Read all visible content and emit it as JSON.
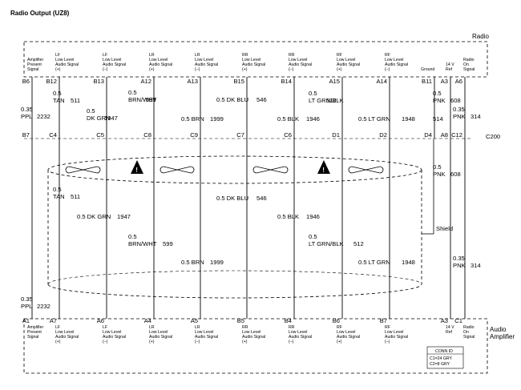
{
  "title": "Radio Output (UZ8)",
  "radio_label": "Radio",
  "amplifier_label": [
    "Audio",
    "Amplifier"
  ],
  "shield_label": "Shield",
  "conn_id": {
    "title": "CONN ID",
    "lines": [
      "C1=24 GRY",
      "C2=8 GRY"
    ]
  },
  "top_connector": "C200",
  "radio_pin_labels": [
    [
      "Amplifier",
      "Present",
      "Signal"
    ],
    [
      "LF",
      "Low Level",
      "Audio Signal",
      "(+)"
    ],
    [
      "LF",
      "Low Level",
      "Audio Signal",
      "(–)"
    ],
    [
      "LR",
      "Low Level",
      "Audio Signal",
      "(+)"
    ],
    [
      "LR",
      "Low Level",
      "Audio Signal",
      "(–)"
    ],
    [
      "RR",
      "Low Level",
      "Audio Signal",
      "(+)"
    ],
    [
      "RR",
      "Low Level",
      "Audio Signal",
      "(–)"
    ],
    [
      "RF",
      "Low Level",
      "Audio Signal",
      "(+)"
    ],
    [
      "RF",
      "Low Level",
      "Audio Signal",
      "(–)"
    ],
    [
      "Ground"
    ],
    [
      "14 V",
      "Ref"
    ],
    [
      "Radio",
      "On",
      "Signal"
    ]
  ],
  "amp_pin_labels": [
    [
      "Amplifier",
      "Present",
      "Signal"
    ],
    [
      "LF",
      "Low Level",
      "Audio Signal",
      "(+)"
    ],
    [
      "LF",
      "Low Level",
      "Audio Signal",
      "(–)"
    ],
    [
      "LR",
      "Low Level",
      "Audio Signal",
      "(+)"
    ],
    [
      "LR",
      "Low Level",
      "Audio Signal",
      "(–)"
    ],
    [
      "RR",
      "Low Level",
      "Audio Signal",
      "(+)"
    ],
    [
      "RR",
      "Low Level",
      "Audio Signal",
      "(–)"
    ],
    [
      "RF",
      "Low Level",
      "Audio Signal",
      "(+)"
    ],
    [
      "RF",
      "Low Level",
      "Audio Signal",
      "(–)"
    ],
    [
      "14 V",
      "Ref"
    ],
    [
      "Radio",
      "On",
      "Signal"
    ]
  ],
  "radio_pins": [
    "B6",
    "B12",
    "B13",
    "A12",
    "A13",
    "B15",
    "B14",
    "A15",
    "A14",
    "B11",
    "A3",
    "A6"
  ],
  "c200_pins": [
    "B7",
    "C4",
    "C5",
    "C8",
    "C9",
    "C7",
    "C6",
    "D1",
    "D2",
    "D4",
    "A8",
    "C12"
  ],
  "amp_pins": [
    "A1",
    "A7",
    "A6",
    "A4",
    "A5",
    "B5",
    "B4",
    "B6",
    "B7",
    "A3",
    "C1"
  ],
  "upper_wires": [
    [
      "0.35",
      "PPL",
      "2232"
    ],
    [
      "0.5",
      "TAN",
      "511"
    ],
    [
      "0.5",
      "DK GRN",
      "1947"
    ],
    [
      "0.5",
      "BRN/WHT",
      "599"
    ],
    [
      "0.5 BRN",
      "1999"
    ],
    [
      "0.5 DK BLU",
      "546"
    ],
    [
      "0.5 BLK",
      "1946"
    ],
    [
      "0.5",
      "LT GRN/BLK",
      "512"
    ],
    [
      "0.5 LT GRN",
      "1948"
    ],
    [
      "0.5",
      "PNK",
      "608"
    ],
    [
      "0.35",
      "PNK",
      "314"
    ],
    [
      "514"
    ]
  ],
  "lower_wires": [
    [
      "0.35",
      "PPL",
      "2232"
    ],
    [
      "0.5",
      "TAN",
      "511"
    ],
    [
      "0.5 DK GRN",
      "1947"
    ],
    [
      "0.5",
      "BRN/WHT",
      "599"
    ],
    [
      "0.5 BRN",
      "1999"
    ],
    [
      "0.5 DK BLU",
      "546"
    ],
    [
      "0.5 BLK",
      "1946"
    ],
    [
      "0.5",
      "LT GRN/BLK",
      "512"
    ],
    [
      "0.5 LT GRN",
      "1948"
    ],
    [
      "0.5",
      "PNK",
      "608"
    ],
    [
      "0.35",
      "PNK",
      "314"
    ]
  ]
}
